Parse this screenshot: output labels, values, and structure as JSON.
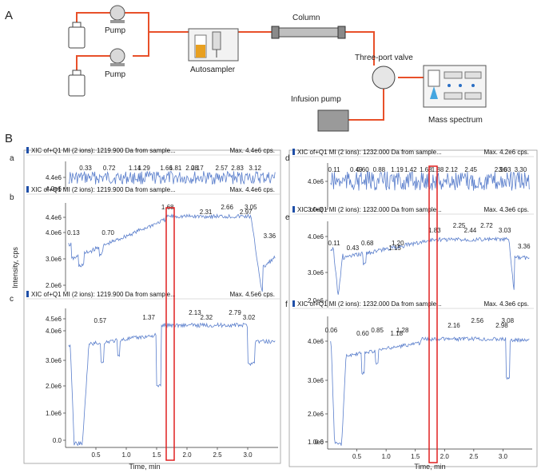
{
  "panel_a": {
    "letter": "A",
    "labels": {
      "pump_top": "Pump",
      "pump_bottom": "Pump",
      "autosampler": "Autosampler",
      "column": "Column",
      "valve": "Three-port valve",
      "infusion": "Infusion pump",
      "mass": "Mass spectrum"
    }
  },
  "panel_b": {
    "letter": "B",
    "y_axis_label": "Intensity, cps",
    "x_axis_label": "Time, min",
    "header_left": "XIC of+Q1 MI (2 ions): 1219.900 Da from sample...",
    "header_right": "XIC of+Q1 MI (2 ions): 1232.000 Da from sample..."
  },
  "colors": {
    "tubing": "#e8502a",
    "trace": "#5b7fcc",
    "highlight": "#e02020",
    "header_mark": "#1f4fa8",
    "axis": "#333333"
  },
  "chart_data": [
    {
      "type": "line",
      "id": "a",
      "header": "XIC of+Q1 MI (2 ions): 1219.900 Da from sample...",
      "max": "Max. 4.4e6 cps.",
      "yticks": [
        "4.4e6",
        "4.0e6"
      ],
      "peak_labels": [
        {
          "t": 0.33,
          "label": "0.33"
        },
        {
          "t": 0.72,
          "label": "0.72"
        },
        {
          "t": 1.14,
          "label": "1.14"
        },
        {
          "t": 1.29,
          "label": "1.29"
        },
        {
          "t": 1.66,
          "label": "1.66"
        },
        {
          "t": 1.81,
          "label": "1.81"
        },
        {
          "t": 2.08,
          "label": "2.08"
        },
        {
          "t": 2.17,
          "label": "2.17"
        },
        {
          "t": 2.57,
          "label": "2.57"
        },
        {
          "t": 2.83,
          "label": "2.83"
        },
        {
          "t": 3.12,
          "label": "3.12"
        }
      ]
    },
    {
      "type": "line",
      "id": "b",
      "header": "XIC of+Q1 MI (2 ions): 1219.900 Da from sample...",
      "max": "Max. 4.4e6 cps.",
      "yticks": [
        "4.4e6",
        "4.0e6",
        "3.0e6",
        "2.0e6"
      ],
      "peak_labels": [
        {
          "t": 0.13,
          "label": "0.13"
        },
        {
          "t": 0.7,
          "label": "0.70"
        },
        {
          "t": 1.68,
          "label": "1.68"
        },
        {
          "t": 2.31,
          "label": "2.31"
        },
        {
          "t": 2.66,
          "label": "2.66"
        },
        {
          "t": 2.97,
          "label": "2.97"
        },
        {
          "t": 3.05,
          "label": "3.05"
        },
        {
          "t": 3.36,
          "label": "3.36"
        }
      ]
    },
    {
      "type": "line",
      "id": "c",
      "header": "XIC of+Q1 MI (2 ions): 1219.900 Da from sample...",
      "max": "Max. 4.5e6 cps.",
      "yticks": [
        "4.5e6",
        "4.0e6",
        "3.0e6",
        "2.0e6",
        "1.0e6",
        "0.0"
      ],
      "xticks": [
        "0.5",
        "1.0",
        "1.5",
        "2.0",
        "2.5",
        "3.0"
      ],
      "peak_labels": [
        {
          "t": 0.57,
          "label": "0.57"
        },
        {
          "t": 1.37,
          "label": "1.37"
        },
        {
          "t": 2.13,
          "label": "2.13"
        },
        {
          "t": 2.32,
          "label": "2.32"
        },
        {
          "t": 2.79,
          "label": "2.79"
        },
        {
          "t": 3.02,
          "label": "3.02"
        }
      ]
    },
    {
      "type": "line",
      "id": "d",
      "header": "XIC of+Q1 MI (2 ions): 1232.000 Da from sample...",
      "max": "Max. 4.2e6 cps.",
      "yticks": [
        "4.0e6",
        "3.0e6"
      ],
      "peak_labels": [
        {
          "t": 0.11,
          "label": "0.11"
        },
        {
          "t": 0.49,
          "label": "0.49"
        },
        {
          "t": 0.6,
          "label": "0.60"
        },
        {
          "t": 0.88,
          "label": "0.88"
        },
        {
          "t": 1.19,
          "label": "1.19"
        },
        {
          "t": 1.42,
          "label": "1.42"
        },
        {
          "t": 1.68,
          "label": "1.68"
        },
        {
          "t": 1.88,
          "label": "1.88"
        },
        {
          "t": 2.12,
          "label": "2.12"
        },
        {
          "t": 2.45,
          "label": "2.45"
        },
        {
          "t": 2.96,
          "label": "2.96"
        },
        {
          "t": 3.03,
          "label": "3.03"
        },
        {
          "t": 3.3,
          "label": "3.30"
        }
      ]
    },
    {
      "type": "line",
      "id": "e",
      "header": "XIC of+Q1 MI (2 ions): 1232.000 Da from sample...",
      "max": "Max. 4.3e6 cps.",
      "yticks": [
        "4.0e6",
        "3.0e6",
        "2.0e6"
      ],
      "peak_labels": [
        {
          "t": 0.11,
          "label": "0.11"
        },
        {
          "t": 0.43,
          "label": "0.43"
        },
        {
          "t": 0.68,
          "label": "0.68"
        },
        {
          "t": 1.15,
          "label": "1.15"
        },
        {
          "t": 1.2,
          "label": "1.20"
        },
        {
          "t": 1.83,
          "label": "1.83"
        },
        {
          "t": 2.25,
          "label": "2.25"
        },
        {
          "t": 2.44,
          "label": "2.44"
        },
        {
          "t": 2.72,
          "label": "2.72"
        },
        {
          "t": 3.03,
          "label": "3.03"
        },
        {
          "t": 3.36,
          "label": "3.36"
        }
      ]
    },
    {
      "type": "line",
      "id": "f",
      "header": "XIC of+Q1 MI (2 ions): 1232.000 Da from sample...",
      "max": "Max. 4.3e6 cps.",
      "yticks": [
        "4.0e6",
        "3.0e6",
        "2.0e6",
        "1.0e6",
        "0.0"
      ],
      "xticks": [
        "0.5",
        "1.0",
        "1.5",
        "2.0",
        "2.5",
        "3.0"
      ],
      "peak_labels": [
        {
          "t": 0.06,
          "label": "0.06"
        },
        {
          "t": 0.6,
          "label": "0.60"
        },
        {
          "t": 0.85,
          "label": "0.85"
        },
        {
          "t": 1.18,
          "label": "1.18"
        },
        {
          "t": 1.28,
          "label": "1.28"
        },
        {
          "t": 2.16,
          "label": "2.16"
        },
        {
          "t": 2.56,
          "label": "2.56"
        },
        {
          "t": 2.98,
          "label": "2.98"
        },
        {
          "t": 3.08,
          "label": "3.08"
        }
      ]
    }
  ]
}
